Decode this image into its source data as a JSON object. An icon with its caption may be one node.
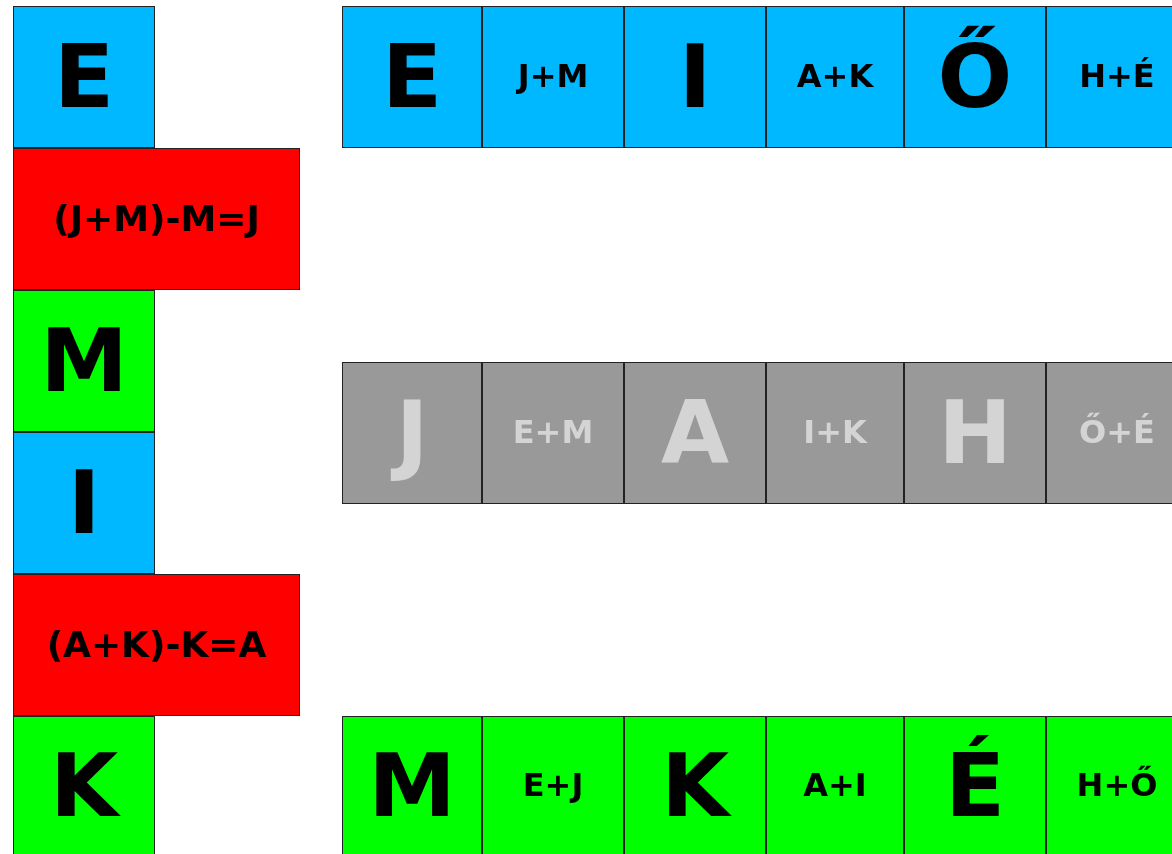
{
  "diagram": {
    "nodes": [
      {
        "text": [
          "E"
        ]
      },
      {
        "text": [
          "(J+M)-M=J"
        ]
      },
      {
        "text": [
          "M"
        ]
      },
      {
        "text": [
          "I"
        ]
      },
      {
        "text": [
          "(A+K)-K=A"
        ]
      },
      {
        "text": [
          "K"
        ]
      },
      {
        "text": [
          "E"
        ]
      },
      {
        "text": [
          "J+M"
        ]
      },
      {
        "text": [
          "I"
        ]
      },
      {
        "text": [
          "A+K"
        ]
      },
      {
        "text": [
          "Ő"
        ]
      },
      {
        "text": [
          "H+É"
        ]
      },
      {
        "text": [
          "J"
        ]
      },
      {
        "text": [
          "E+M"
        ]
      },
      {
        "text": [
          "A"
        ]
      },
      {
        "text": [
          "I+K"
        ]
      },
      {
        "text": [
          "H"
        ]
      },
      {
        "text": [
          "Ő+É"
        ]
      },
      {
        "text": [
          "M"
        ]
      },
      {
        "text": [
          "E+J"
        ]
      },
      {
        "text": [
          "K"
        ]
      },
      {
        "text": [
          "A+I"
        ]
      },
      {
        "text": [
          "É"
        ]
      },
      {
        "text": [
          "H+Ő"
        ]
      }
    ]
  }
}
